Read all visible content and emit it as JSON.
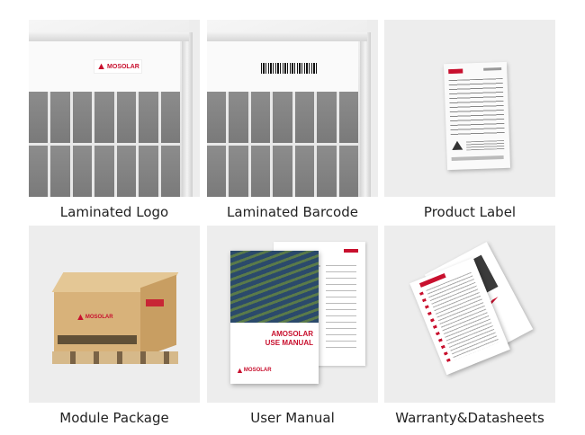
{
  "items": [
    {
      "caption": "Laminated Logo",
      "logo_text": "MOSOLAR"
    },
    {
      "caption": "Laminated Barcode"
    },
    {
      "caption": "Product Label"
    },
    {
      "caption": "Module Package",
      "logo_text": "MOSOLAR"
    },
    {
      "caption": "User Manual",
      "title_line1": "AMOSOLAR",
      "title_line2": "USE MANUAL",
      "logo_text": "MOSOLAR"
    },
    {
      "caption": "Warranty&Datasheets"
    }
  ],
  "colors": {
    "brand": "#c8102e",
    "card_bg": "#ededed",
    "cell": "#808080"
  }
}
